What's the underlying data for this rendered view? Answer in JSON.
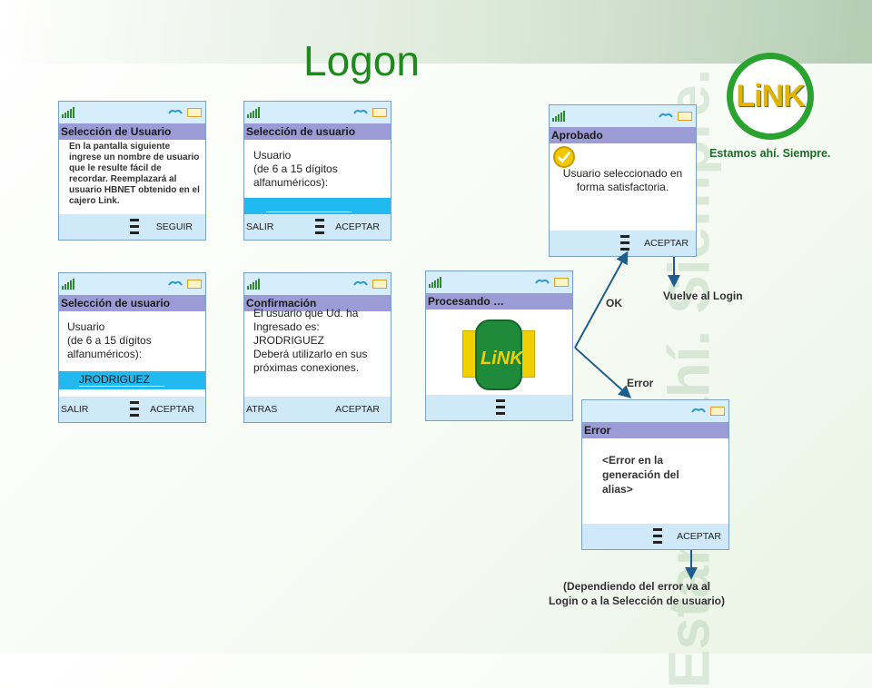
{
  "title": "Logon",
  "logo": {
    "text": "LiNK",
    "tagline": "Estamos ahí. Siempre."
  },
  "watermark": "Estamos ahí. Siempre.",
  "screens": {
    "s1": {
      "header": "Selección de Usuario",
      "body": "En la pantalla siguiente ingrese un nombre de usuario que le resulte fácil de recordar.  Reemplazará al usuario HBNET obtenido en el cajero Link.",
      "right": "SEGUIR"
    },
    "s2": {
      "header": "Selección de usuario",
      "body": "Usuario\n(de 6 a 15 dígitos alfanuméricos):",
      "input": "",
      "left": "SALIR",
      "right": "ACEPTAR"
    },
    "s3": {
      "header": "Selección de usuario",
      "body": "Usuario\n(de 6 a 15 dígitos alfanuméricos):",
      "input": "JRODRIGUEZ",
      "left": "SALIR",
      "right": "ACEPTAR"
    },
    "s4": {
      "header": "Confirmación",
      "body": "El usuario que Ud. ha Ingresado es:\nJRODRIGUEZ\nDeberá utilizarlo en sus próximas conexiones.",
      "left": "ATRAS",
      "right": "ACEPTAR"
    },
    "s5": {
      "header": "Procesando …",
      "image_text": "LiNK"
    },
    "s6": {
      "header": "Aprobado",
      "body": "Usuario seleccionado en forma satisfactoria.",
      "right": "ACEPTAR"
    },
    "s7": {
      "header": "Error",
      "body": "<Error en la generación del alias>",
      "right": "ACEPTAR"
    }
  },
  "labels": {
    "ok": "OK",
    "error": "Error",
    "back_login": "Vuelve al Login",
    "error_note_1": "(Dependiendo  del error va al",
    "error_note_2": "Login o a la Selección de usuario)"
  }
}
